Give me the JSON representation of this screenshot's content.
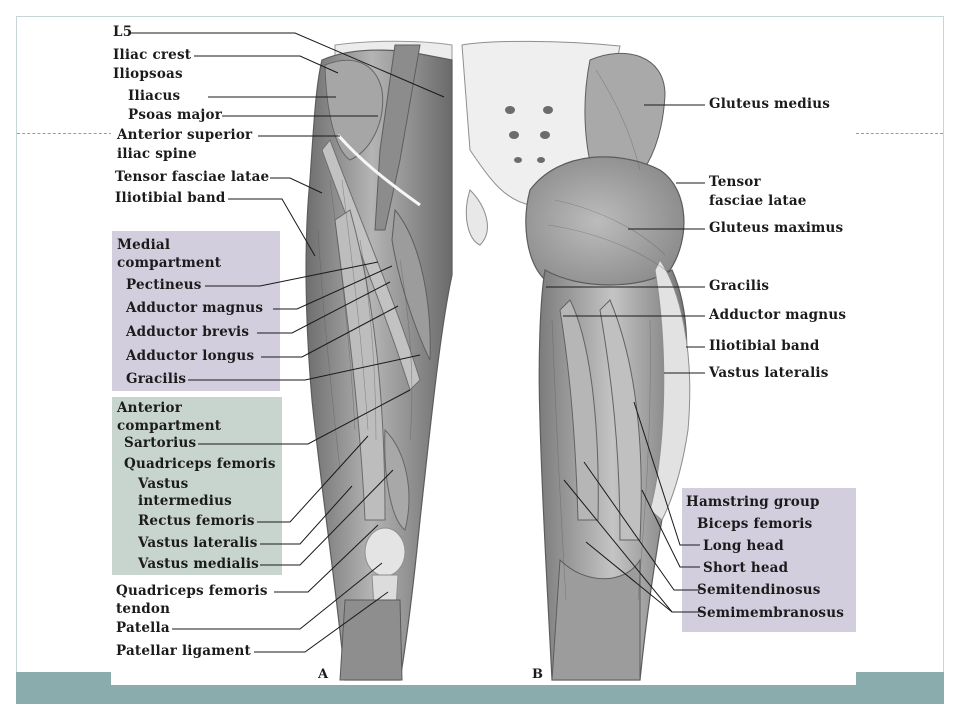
{
  "left_labels": {
    "l5": "L5",
    "iliac_crest": "Iliac crest",
    "iliopsoas": "Iliopsoas",
    "iliacus": "Iliacus",
    "psoas_major": "Psoas major",
    "asis_1": "Anterior superior",
    "asis_2": "iliac spine",
    "tensor_fasciae_latae": "Tensor fasciae latae",
    "iliotibial_band": "Iliotibial band",
    "medial_1": "Medial",
    "medial_2": "compartment",
    "pectineus": "Pectineus",
    "adductor_magnus": "Adductor magnus",
    "adductor_brevis": "Adductor brevis",
    "adductor_longus": "Adductor longus",
    "gracilis": "Gracilis",
    "anterior_1": "Anterior",
    "anterior_2": "compartment",
    "sartorius": "Sartorius",
    "quadriceps_femoris": "Quadriceps femoris",
    "vastus_intermedius_1": "Vastus",
    "vastus_intermedius_2": "intermedius",
    "rectus_femoris": "Rectus femoris",
    "vastus_lateralis": "Vastus lateralis",
    "vastus_medialis": "Vastus medialis",
    "quad_tendon_1": "Quadriceps femoris",
    "quad_tendon_2": "tendon",
    "patella": "Patella",
    "patellar_ligament": "Patellar ligament"
  },
  "right_labels": {
    "gluteus_medius": "Gluteus medius",
    "tfl_1": "Tensor",
    "tfl_2": "fasciae latae",
    "gluteus_maximus": "Gluteus maximus",
    "gracilis": "Gracilis",
    "adductor_magnus": "Adductor magnus",
    "iliotibial_band": "Iliotibial band",
    "vastus_lateralis": "Vastus lateralis",
    "hamstring_group": "Hamstring group",
    "biceps_femoris": "Biceps femoris",
    "long_head": "Long head",
    "short_head": "Short head",
    "semitendinosus": "Semitendinosus",
    "semimembranosus": "Semimembranosus"
  },
  "panel_letters": {
    "a": "A",
    "b": "B"
  },
  "colors": {
    "medial_box": "#d2cede",
    "anterior_box": "#c8d4ce",
    "hamstring_box": "#d2cede",
    "bottom_band": "#8aacac",
    "muscle": "#9a9a9a",
    "bone": "#e6e6e6"
  }
}
